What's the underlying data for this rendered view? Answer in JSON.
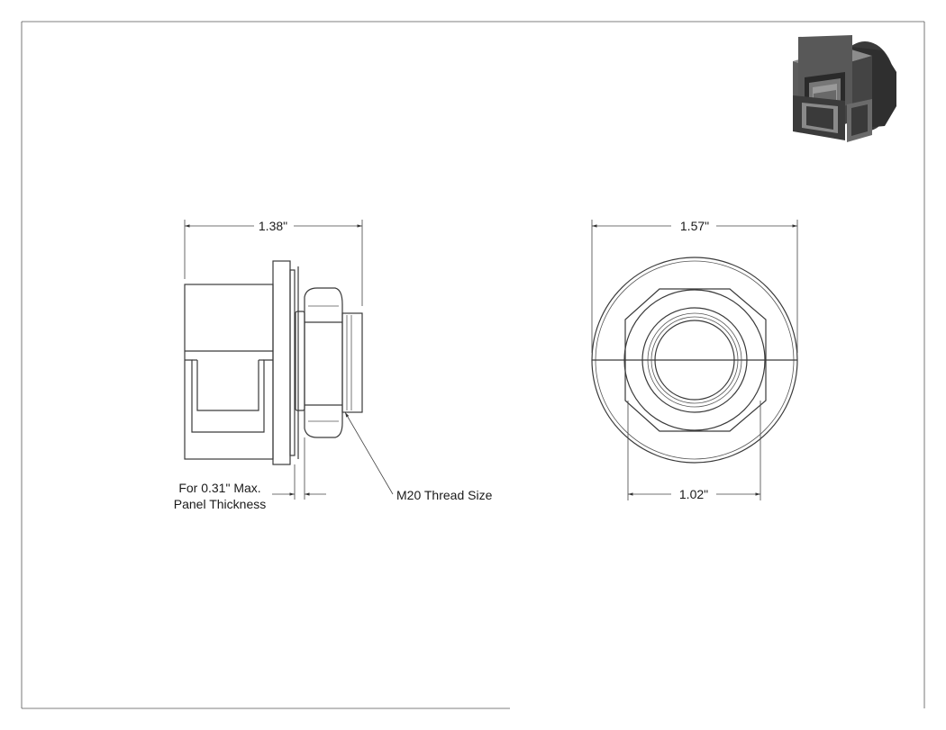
{
  "drawing": {
    "dimensions": {
      "side_width": "1.38\"",
      "front_outer_diameter": "1.57\"",
      "front_inner_width": "1.02\""
    },
    "notes": {
      "panel_line1": "For 0.31\" Max.",
      "panel_line2": "Panel Thickness",
      "thread": "M20 Thread Size"
    },
    "colors": {
      "line": "#3a3a3a",
      "iso_body": "#585858",
      "iso_dark": "#2f2f2f",
      "iso_light": "#8c8c8c"
    }
  }
}
